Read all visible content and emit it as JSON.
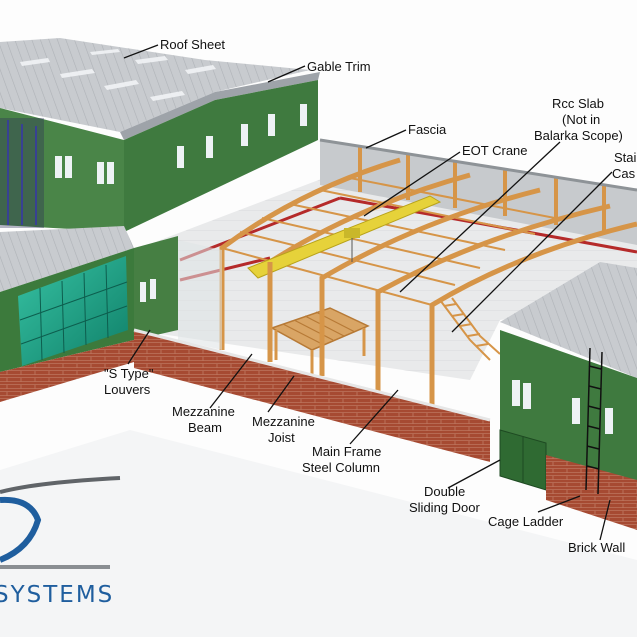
{
  "labels": {
    "roof_sheet": "Roof Sheet",
    "gable_trim": "Gable Trim",
    "fascia": "Fascia",
    "eot_crane": "EOT Crane",
    "rcc_slab_1": "Rcc Slab",
    "rcc_slab_2": "(Not in",
    "rcc_slab_3": "Balarka Scope)",
    "stair_1": "Stai",
    "stair_2": "Cas",
    "louvers_1": "\"S Type\"",
    "louvers_2": "Louvers",
    "mezz_beam_1": "Mezzanine",
    "mezz_beam_2": "Beam",
    "mezz_joist_1": "Mezzanine",
    "mezz_joist_2": "Joist",
    "main_frame_1": "Main Frame",
    "main_frame_2": "Steel Column",
    "door_1": "Double",
    "door_2": "Sliding Door",
    "cage_ladder": "Cage Ladder",
    "brick_wall": "Brick Wall"
  },
  "brand": {
    "name_partial": "SYSTEMS",
    "color": "#1f5e9e"
  },
  "colors": {
    "wall_green": "#3f7a3f",
    "roof_grey": "#c9ccd0",
    "brick": "#a64a32",
    "steel_orange": "#d69548",
    "crane_yellow": "#e6d23a",
    "glazing": "#1aa58a"
  }
}
